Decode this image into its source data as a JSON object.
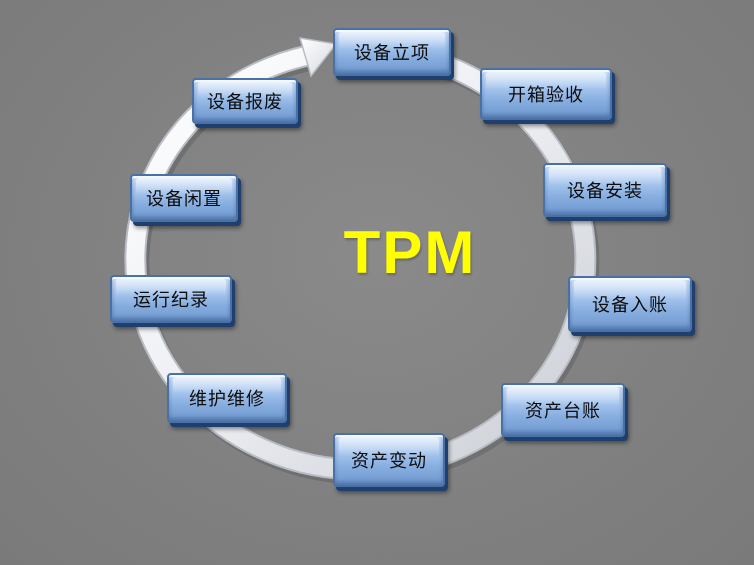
{
  "center_title": "TPM",
  "cycle": {
    "stages": [
      "设备立项",
      "开箱验收",
      "设备安装",
      "设备入账",
      "资产台账",
      "资产变动",
      "维护维修",
      "运行纪录",
      "设备闲置",
      "设备报废"
    ]
  },
  "colors": {
    "background": "#828282",
    "title": "#ffff00",
    "box_fill": "#a7c6ee",
    "box_border": "#4a71a6",
    "ring": "#f2f2f2"
  },
  "icons": {
    "arrowhead": "cycle-arrowhead-icon"
  }
}
